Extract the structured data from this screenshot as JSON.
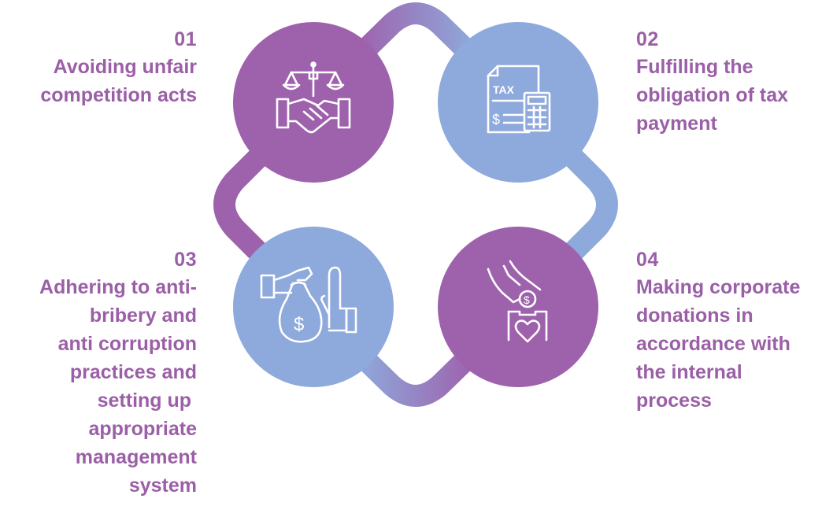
{
  "colors": {
    "purple": "#9b5fa7",
    "blue": "#8fafdc",
    "ring_purple": "#9e62ad",
    "ring_blue": "#8ea9db",
    "text": "#9b5fa7",
    "icon": "#ffffff"
  },
  "items": [
    {
      "number": "01",
      "label_lines": [
        "Avoiding unfair",
        "competition acts"
      ],
      "icon": "scales-handshake-icon",
      "circle_color": "purple"
    },
    {
      "number": "02",
      "label_lines": [
        "Fulfilling the",
        "obligation of tax",
        "payment"
      ],
      "icon": "tax-document-calculator-icon",
      "icon_text": "TAX",
      "circle_color": "blue"
    },
    {
      "number": "03",
      "label_lines": [
        "Adhering to anti-",
        "bribery and",
        "anti corruption",
        "practices and",
        "setting up ",
        "appropriate",
        "management",
        "system"
      ],
      "icon": "money-bag-refusal-hand-icon",
      "circle_color": "blue"
    },
    {
      "number": "04",
      "label_lines": [
        "Making corporate",
        "donations in",
        "accordance with",
        "the internal",
        "process"
      ],
      "icon": "donation-box-heart-icon",
      "circle_color": "purple"
    }
  ]
}
